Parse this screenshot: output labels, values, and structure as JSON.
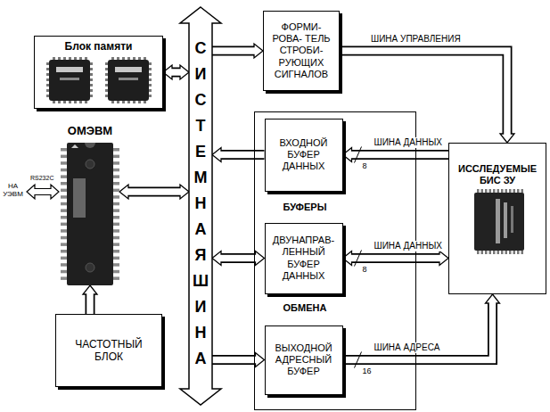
{
  "diagram": {
    "nodes": [
      {
        "text": [
          "Блок памяти"
        ]
      },
      {
        "text": [
          "ОМЭВМ"
        ]
      },
      {
        "text": [
          "ЧАСТОТНЫЙ БЛОК"
        ]
      },
      {
        "text": [
          "СИСТЕМНАЯ ШИНА"
        ]
      },
      {
        "text": [
          "ФОРМИ- РОВА- ТЕЛЬ СТРОБИ- РУЮЩИХ СИГНАЛОВ"
        ]
      },
      {
        "text": [
          "БУФЕРЫ",
          "ОБМЕНА"
        ]
      },
      {
        "text": [
          "ВХОДНОЙ БУФЕР ДАННЫХ"
        ],
        "in": 5
      },
      {
        "text": [
          "ДВУНАПРАВ- ЛЕННЫЙ БУФЕР ДАННЫХ"
        ],
        "in": 5
      },
      {
        "text": [
          "ВЫХОДНОЙ АДРЕСНЫЙ БУФЕР"
        ],
        "in": 5
      },
      {
        "text": [
          "ИССЛЕДУЕМЫЕ БИС ЗУ"
        ]
      }
    ],
    "edges": [
      {
        "from": 0,
        "to": 3,
        "arrow": "both"
      },
      {
        "from": 1,
        "to": 3,
        "arrow": "both"
      },
      {
        "from": 2,
        "to": 1,
        "arrow": "to"
      },
      {
        "from": 3,
        "to": 4,
        "arrow": "to"
      },
      {
        "from": 4,
        "to": 9,
        "label": "ШИНА УПРАВЛЕНИЯ",
        "arrow": "to"
      },
      {
        "from": 6,
        "to": 3,
        "arrow": "to"
      },
      {
        "from": 9,
        "to": 6,
        "label": "ШИНА ДАННЫХ",
        "arrow": "to"
      },
      {
        "from": 3,
        "to": 7,
        "arrow": "both"
      },
      {
        "from": 7,
        "to": 9,
        "label": "ШИНА ДАННЫХ",
        "arrow": "both"
      },
      {
        "from": 3,
        "to": 8,
        "arrow": "to"
      },
      {
        "from": 8,
        "to": 9,
        "label": "ШИНА АДРЕСА",
        "arrow": "to"
      }
    ],
    "labels": [
      "НА УЭВМ",
      "RS232C",
      "8",
      "8",
      "16"
    ]
  }
}
